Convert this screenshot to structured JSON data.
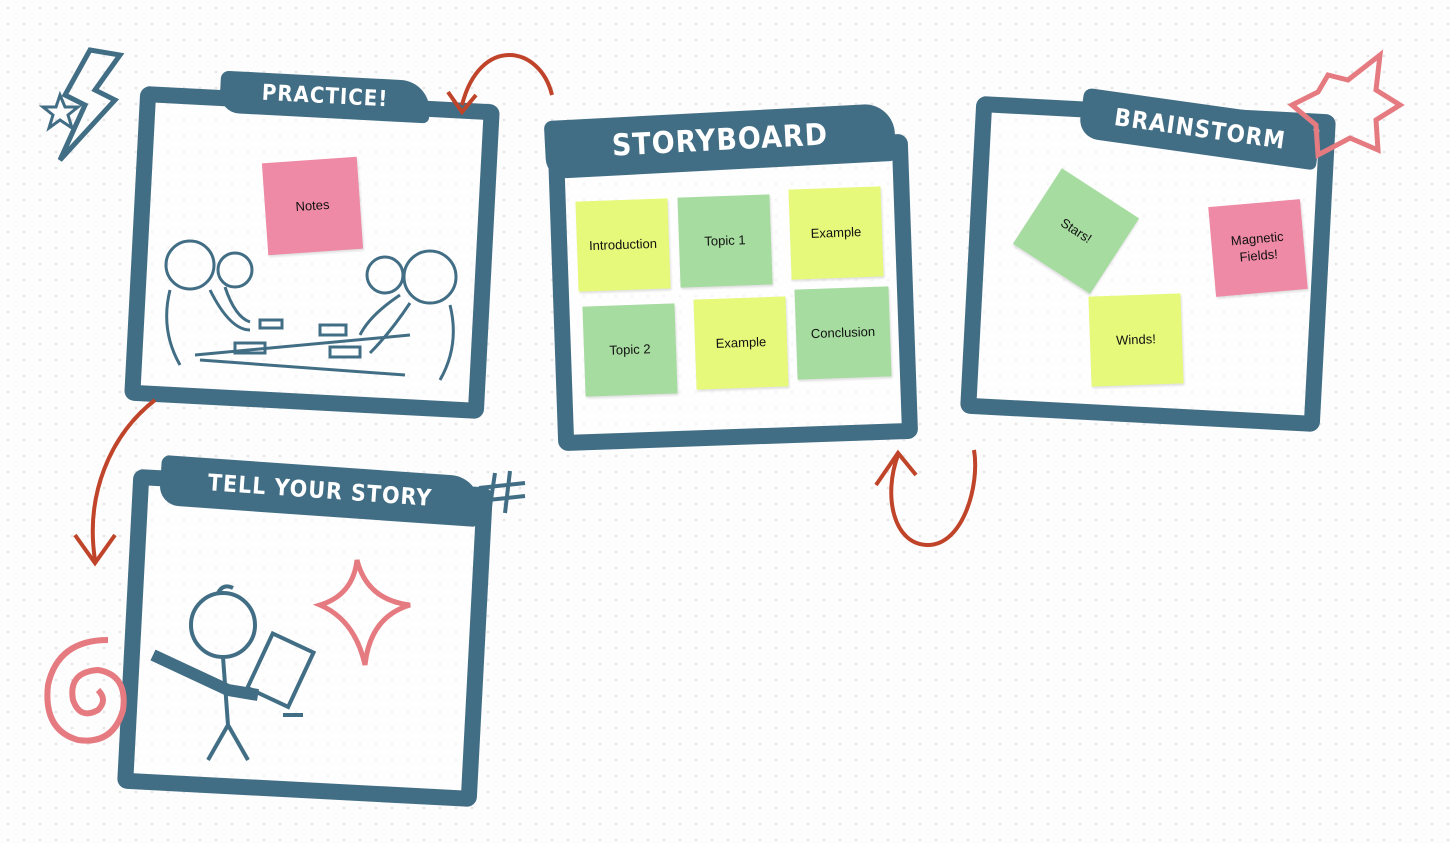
{
  "colors": {
    "frame": "#426e85",
    "yellow": "#e6f97a",
    "green": "#a6dca0",
    "pink": "#ee8aa5",
    "arrow": "#c0442a",
    "accent": "#e57b80"
  },
  "frames": {
    "practice": {
      "title": "PRACTICE!",
      "notes": [
        "Notes"
      ]
    },
    "storyboard": {
      "title": "STORYBOARD",
      "notes": [
        "Introduction",
        "Topic 1",
        "Example",
        "Topic 2",
        "Example",
        "Conclusion"
      ]
    },
    "brainstorm": {
      "title": "BRAINSTORM",
      "notes": [
        "Stars!",
        "Magnetic Fields!",
        "Winds!"
      ]
    },
    "tell_your_story": {
      "title": "TELL YOUR STORY"
    }
  }
}
